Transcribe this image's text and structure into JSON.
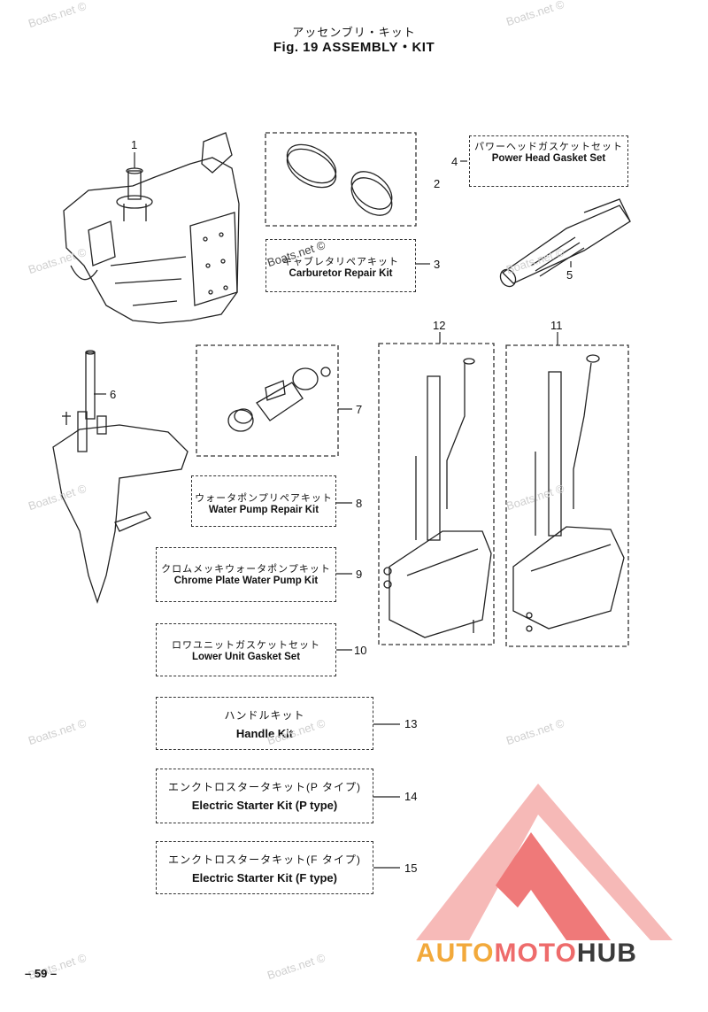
{
  "header": {
    "title_jp": "アッセンブリ・キット",
    "title_en": "Fig. 19    ASSEMBLY・KIT"
  },
  "kits": [
    {
      "num": "4",
      "jp": "パワーヘッドガスケットセット",
      "en": "Power Head Gasket Set"
    },
    {
      "num": "3",
      "jp": "キャブレタリペアキット",
      "en": "Carburetor Repair Kit"
    },
    {
      "num": "8",
      "jp": "ウォータポンプリペアキット",
      "en": "Water Pump Repair Kit"
    },
    {
      "num": "9",
      "jp": "クロムメッキウォータポンプキット",
      "en": "Chrome Plate Water Pump Kit"
    },
    {
      "num": "10",
      "jp": "ロワユニットガスケットセット",
      "en": "Lower Unit Gasket Set"
    },
    {
      "num": "13",
      "jp": "ハンドルキット",
      "en": "Handle Kit"
    },
    {
      "num": "14",
      "jp": "エンクトロスタータキット(P タイプ)",
      "en": "Electric Starter Kit (P type)"
    },
    {
      "num": "15",
      "jp": "エンクトロスタータキット(F タイプ)",
      "en": "Electric Starter Kit (F type)"
    }
  ],
  "part_numbers": {
    "p1": "1",
    "p2": "2",
    "p5": "5",
    "p6": "6",
    "p7": "7",
    "p11": "11",
    "p12": "12"
  },
  "watermark": "Boats.net ©",
  "page_number": "– 59 –",
  "brand": {
    "part1": "AUTO",
    "part2": "MOTO",
    "part3": "HUB",
    "color1": "#f2a93b",
    "color2": "#ee6b6b",
    "color3": "#3a3a3a"
  }
}
